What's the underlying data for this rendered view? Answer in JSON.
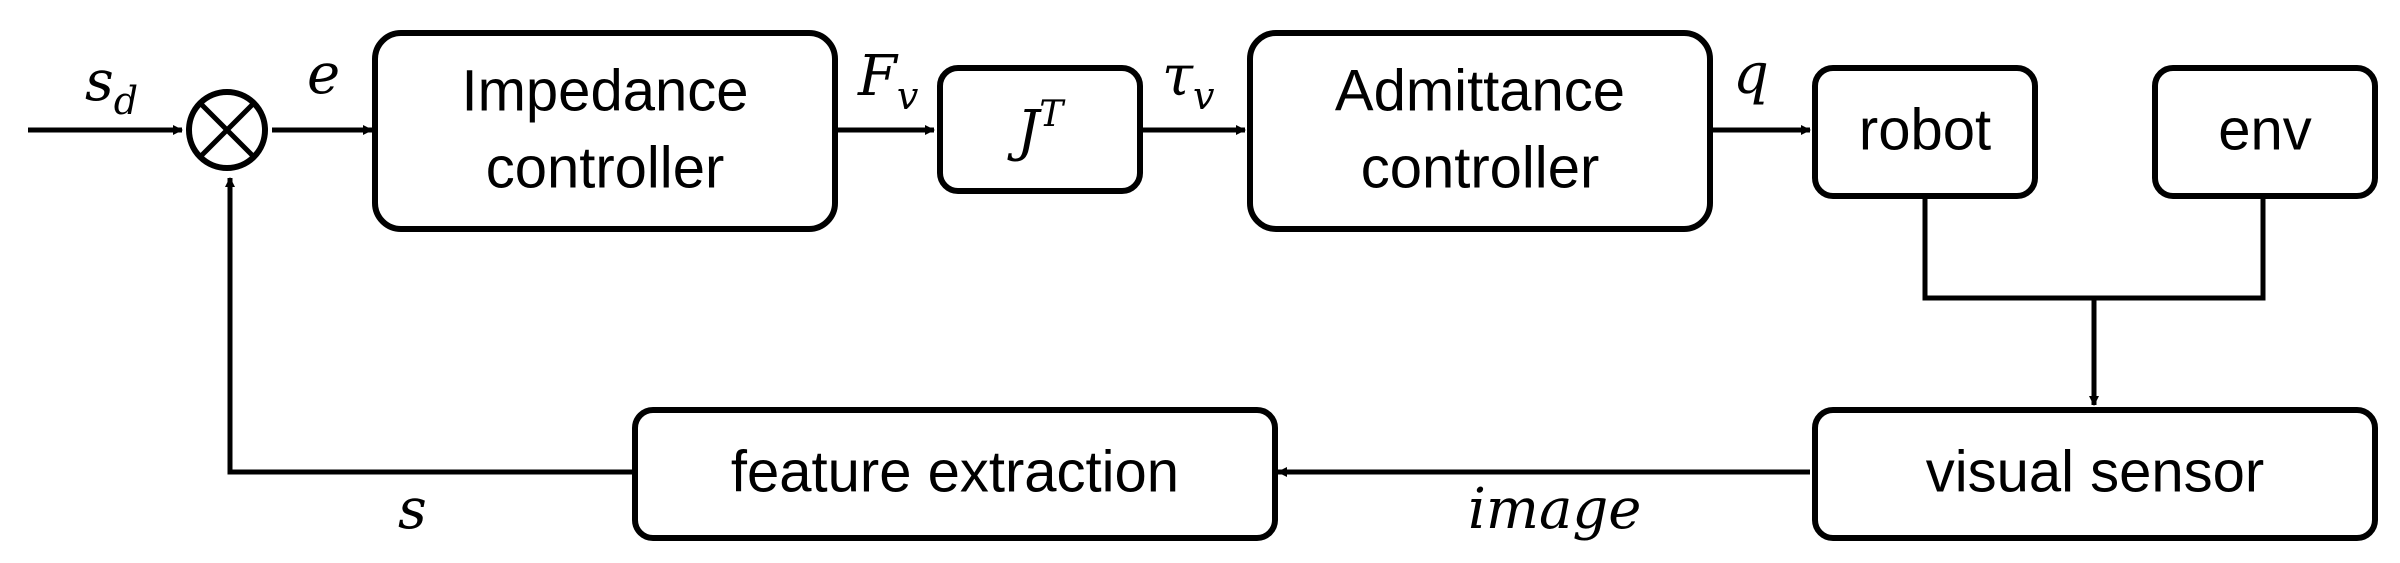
{
  "blocks": {
    "impedance": {
      "line1": "Impedance",
      "line2": "controller"
    },
    "jacobian": {
      "base": "J",
      "sup": "T"
    },
    "admittance": {
      "line1": "Admittance",
      "line2": "controller"
    },
    "robot": {
      "label": "robot"
    },
    "env": {
      "label": "env"
    },
    "visual_sensor": {
      "label": "visual sensor"
    },
    "feature_extraction": {
      "label": "feature extraction"
    }
  },
  "signals": {
    "sd": {
      "base": "s",
      "sub": "d"
    },
    "e": "e",
    "fv": {
      "base": "F",
      "sub": "v"
    },
    "tau": {
      "base": "τ",
      "sub": "v"
    },
    "q": "q",
    "image": "image",
    "s": "s"
  }
}
